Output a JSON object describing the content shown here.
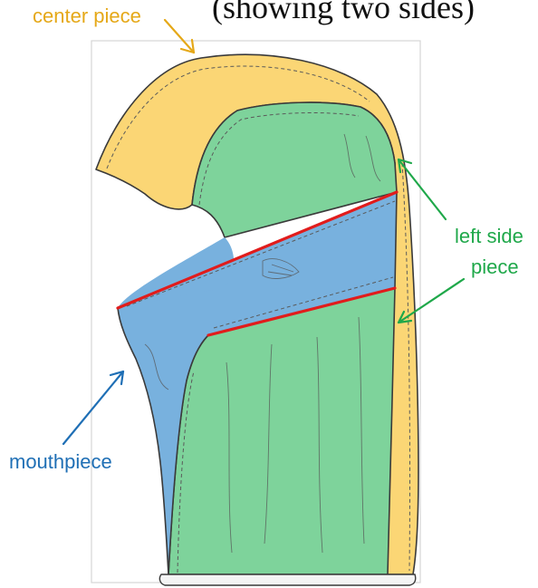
{
  "header": {
    "cut_text": "(showing two sides)"
  },
  "labels": {
    "center": {
      "text": "center piece",
      "color": "#E5A818"
    },
    "left_side": {
      "line1": "left side",
      "line2": "piece",
      "color": "#1FA84A"
    },
    "mouthpiece": {
      "text": "mouthpiece",
      "color": "#1F6FB5"
    }
  },
  "parts": {
    "center": {
      "fill": "#FBD675"
    },
    "left_side": {
      "fill": "#7ED39B"
    },
    "mouthpiece": {
      "fill": "#78B1DE"
    },
    "seam_color": "#E11C1C"
  }
}
